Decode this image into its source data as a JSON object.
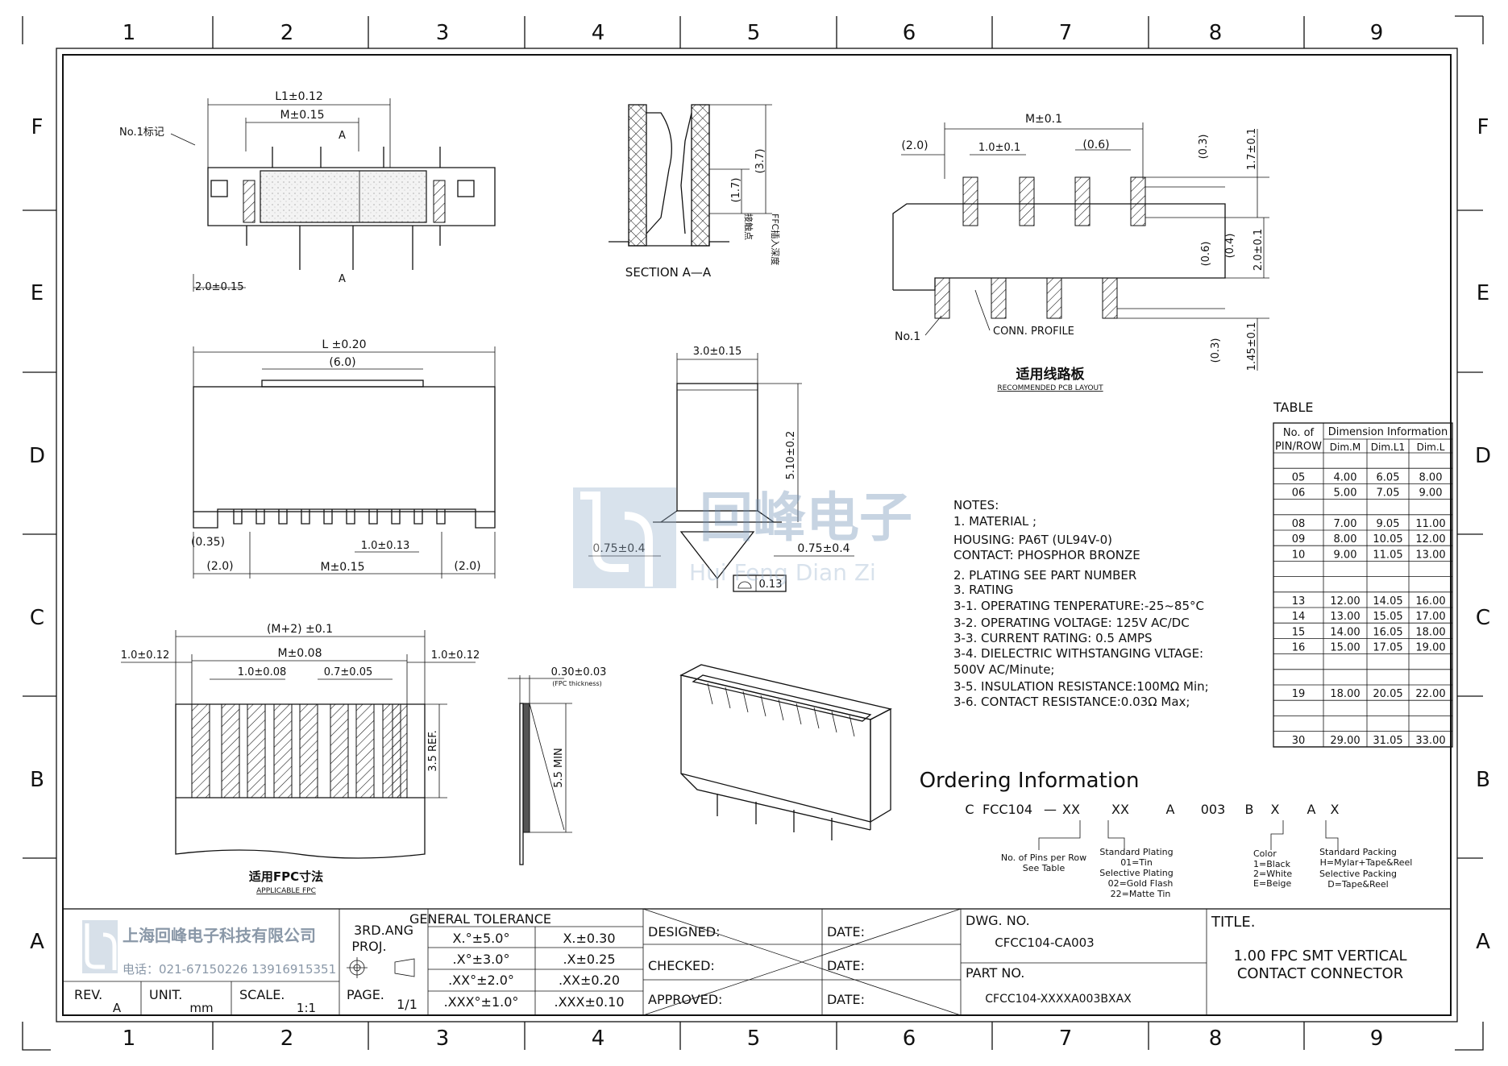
{
  "grid": {
    "cols": [
      "1",
      "2",
      "3",
      "4",
      "5",
      "6",
      "7",
      "8",
      "9"
    ],
    "rows": [
      "F",
      "E",
      "D",
      "C",
      "B",
      "A"
    ]
  },
  "top_view": {
    "dim_L1": "L1±0.12",
    "dim_M": "M±0.15",
    "no1_label": "No.1标记",
    "section_mark": "A",
    "dim_pitch": "2.0±0.15"
  },
  "section": {
    "title": "SECTION A—A",
    "dim_37": "(3.7)",
    "dim_17": "(1.7)",
    "vlabel_a": "FFC插入深度",
    "vlabel_b": "接触点"
  },
  "pcb": {
    "dim_M": "M±0.1",
    "dim_20": "(2.0)",
    "dim_10": "1.0±0.1",
    "dim_06": "(0.6)",
    "dim_03a": "(0.3)",
    "dim_17": "1.7±0.1",
    "dim_06v": "(0.6)",
    "dim_04v": "(0.4)",
    "dim_20v": "2.0±0.1",
    "dim_03b": "(0.3)",
    "dim_145": "1.45±0.1",
    "no1": "No.1",
    "profile": "CONN. PROFILE",
    "title_cn": "适用线路板",
    "title_en": "RECOMMENDED PCB LAYOUT"
  },
  "front_view": {
    "dim_L": "L ±0.20",
    "dim_60": "(6.0)",
    "dim_035": "(0.35)",
    "dim_10": "1.0±0.13",
    "dim_20l": "(2.0)",
    "dim_M": "M±0.15",
    "dim_20r": "(2.0)"
  },
  "side_view": {
    "dim_30": "3.0±0.15",
    "dim_510": "5.10±0.2",
    "dim_075l": "0.75±0.4",
    "dim_075r": "0.75±0.4",
    "flatness": "0.13"
  },
  "fpc": {
    "dim_M2": "(M+2) ±0.1",
    "dim_M": "M±0.08",
    "dim_10l": "1.0±0.12",
    "dim_10r": "1.0±0.12",
    "dim_pitch": "1.0±0.08",
    "dim_07": "0.7±0.05",
    "dim_35": "3.5 REF.",
    "dim_030": "0.30±0.03",
    "fpc_thickness": "(FPC thickness)",
    "dim_55": "5.5 MIN",
    "title_cn": "适用FPC寸法",
    "title_en": "APPLICABLE FPC"
  },
  "watermark": {
    "cn": "回峰电子",
    "en": "Hui Feng Dian Zi"
  },
  "notes": [
    "NOTES:",
    "1.       MATERIAL ;",
    "          HOUSING: PA6T (UL94V-0)",
    "          CONTACT: PHOSPHOR BRONZE",
    "2.       PLATING  SEE PART NUMBER",
    "3.       RATING",
    "3-1. OPERATING TENPERATURE:-25~85°C",
    "3-2. OPERATING VOLTAGE: 125V AC/DC",
    "3-3. CURRENT RATING: 0.5 AMPS",
    "3-4. DIELECTRIC WITHSTANGING VLTAGE:",
    "       500V AC/Minute;",
    "3-5. INSULATION RESISTANCE:100MΩ Min;",
    "3-6. CONTACT RESISTANCE:0.03Ω Max;"
  ],
  "table": {
    "title": "TABLE",
    "head1": "No. of",
    "head2": "PIN/ROW",
    "group": "Dimension Information",
    "cols": [
      "Dim.M",
      "Dim.L1",
      "Dim.L"
    ],
    "rows": [
      [
        "",
        "",
        "",
        ""
      ],
      [
        "05",
        "4.00",
        "6.05",
        "8.00"
      ],
      [
        "06",
        "5.00",
        "7.05",
        "9.00"
      ],
      [
        "",
        "",
        "",
        ""
      ],
      [
        "08",
        "7.00",
        "9.05",
        "11.00"
      ],
      [
        "09",
        "8.00",
        "10.05",
        "12.00"
      ],
      [
        "10",
        "9.00",
        "11.05",
        "13.00"
      ],
      [
        "",
        "",
        "",
        ""
      ],
      [
        "",
        "",
        "",
        ""
      ],
      [
        "13",
        "12.00",
        "14.05",
        "16.00"
      ],
      [
        "14",
        "13.00",
        "15.05",
        "17.00"
      ],
      [
        "15",
        "14.00",
        "16.05",
        "18.00"
      ],
      [
        "16",
        "15.00",
        "17.05",
        "19.00"
      ],
      [
        "",
        "",
        "",
        ""
      ],
      [
        "",
        "",
        "",
        ""
      ],
      [
        "19",
        "18.00",
        "20.05",
        "22.00"
      ],
      [
        "",
        "",
        "",
        ""
      ],
      [
        "",
        "",
        "",
        ""
      ],
      [
        "30",
        "29.00",
        "31.05",
        "33.00"
      ]
    ]
  },
  "ordering": {
    "title": "Ordering Information",
    "code": [
      "C",
      "FCC104",
      "—",
      "XX",
      "XX",
      "A",
      "003",
      "B",
      "X",
      "A",
      "X"
    ],
    "pins": [
      "No. of Pins per Row",
      "See Table"
    ],
    "plating": [
      "Standard Plating",
      "01=Tin",
      "Selective Plating",
      "02=Gold Flash",
      "22=Matte Tin"
    ],
    "color": [
      "Color",
      "1=Black",
      "2=White",
      "E=Beige"
    ],
    "packing": [
      "Standard Packing",
      "H=Mylar+Tape&Reel",
      "Selective Packing",
      "D=Tape&Reel"
    ]
  },
  "title_block": {
    "company": "上海回峰电子科技有限公司",
    "phone": "电话：021-67150226  13916915351",
    "proj1": "3RD.ANG",
    "proj2": "PROJ.",
    "tol_title": "GENERAL  TOLERANCE",
    "tol": [
      [
        "X.°±5.0°",
        "X.±0.30"
      ],
      [
        ".X°±3.0°",
        ".X±0.25"
      ],
      [
        ".XX°±2.0°",
        ".XX±0.20"
      ],
      [
        ".XXX°±1.0°",
        ".XXX±0.10"
      ]
    ],
    "designed": "DESIGNED:",
    "checked": "CHECKED:",
    "approved": "APPROVED:",
    "date": "DATE:",
    "dwg_label": "DWG. NO.",
    "dwg_no": "CFCC104-CA003",
    "part_label": "PART NO.",
    "part_no": "CFCC104-XXXXA003BXAX",
    "title_label": "TITLE.",
    "title1": "1.00  FPC  SMT  VERTICAL",
    "title2": "CONTACT  CONNECTOR",
    "rev_label": "REV.",
    "rev": "A",
    "unit_label": "UNIT.",
    "unit": "mm",
    "scale_label": "SCALE.",
    "scale": "1:1",
    "page_label": "PAGE.",
    "page": "1/1"
  }
}
